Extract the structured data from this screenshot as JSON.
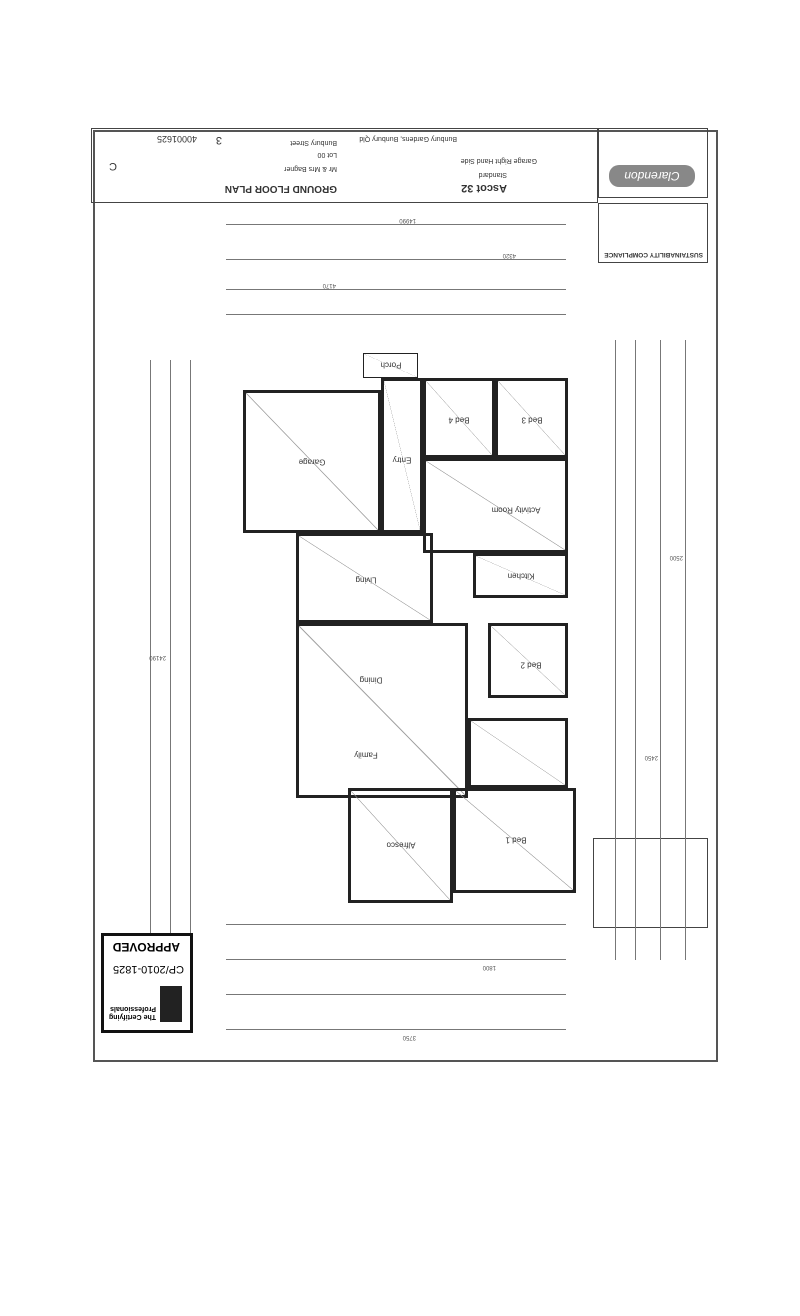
{
  "title_block": {
    "drawing_title": "GROUND FLOOR PLAN",
    "client": "Mr & Mrs Bagner",
    "design": "Ascot 32",
    "facade": "Standard",
    "orientation": "Garage Right Hand Side",
    "lot": "Lot 00",
    "street": "Bunbury Street",
    "suburb": "Bunbury Gardens, Bunbury Qld",
    "job_number": "40001625",
    "sheet": "3",
    "revision": "C"
  },
  "logo": {
    "brand": "Clarendon"
  },
  "sustainability": {
    "heading": "SUSTAINABILITY COMPLIANCE"
  },
  "stamp": {
    "org": "The Certifying Professionals",
    "ref": "CP/2010-1825",
    "status": "APPROVED"
  },
  "rooms": {
    "garage": "Garage",
    "entry": "Entry",
    "porch": "Porch",
    "bed4": "Bed 4",
    "bed3": "Bed 3",
    "activity": "Activity Room",
    "living": "Living",
    "kitchen": "Kitchen",
    "dining": "Dining",
    "family": "Family",
    "bed2": "Bed 2",
    "bed1": "Bed 1",
    "alfresco": "Alfresco"
  },
  "dimensions": {
    "overall_width": "14990",
    "overall_length": "24190",
    "d1": "4170",
    "d2": "2500",
    "d3": "4320",
    "d4": "3750",
    "d5": "1800",
    "d6": "2450"
  }
}
